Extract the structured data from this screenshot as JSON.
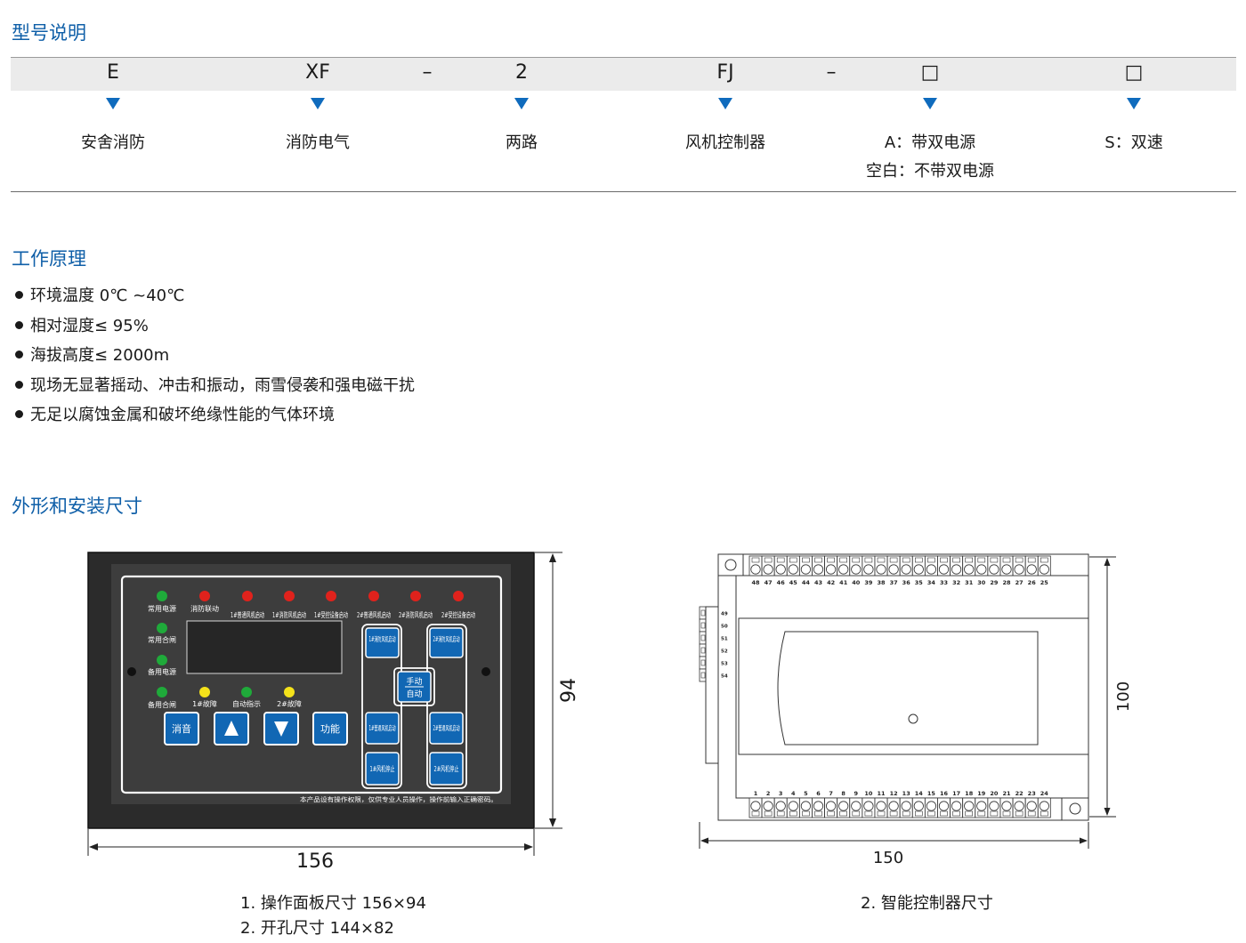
{
  "sections": {
    "model": "型号说明",
    "principle": "工作原理",
    "dimensions": "外形和安装尺寸"
  },
  "model": {
    "codes": [
      "E",
      "XF",
      "–",
      "2",
      "FJ",
      "–",
      "□",
      "□"
    ],
    "meanings": [
      "安舍消防",
      "消防电气",
      "两路",
      "风机控制器",
      "A：带双电源",
      "S：双速"
    ],
    "meaning_extra": "空白：不带双电源"
  },
  "principle_items": [
    "环境温度 0℃ ~40℃",
    "相对湿度≤ 95%",
    "海拔高度≤ 2000m",
    "现场无显著摇动、冲击和振动，雨雪侵袭和强电磁干扰",
    "无足以腐蚀金属和破坏绝缘性能的气体环境"
  ],
  "panel": {
    "indicator_labels": [
      "常用电源",
      "消防联动",
      "1#普通风机启动",
      "1#消防风机启动",
      "1#受控设备启动",
      "2#普通风机启动",
      "2#消防风机启动",
      "2#受控设备启动"
    ],
    "left_labels": [
      "常用合闸",
      "备用电源",
      "备用合闸"
    ],
    "status_labels": [
      "1#故障",
      "自动指示",
      "2#故障"
    ],
    "buttons": {
      "mute": "消音",
      "function": "功能",
      "fire1": "1#消防风机启动",
      "fire2": "2#消防风机启动",
      "manual_auto_top": "手动",
      "manual_auto_bottom": "自动",
      "normal1": "1#普通风机启动",
      "normal2": "2#普通风机启动",
      "stop1": "1#风机停止",
      "stop2": "2#风机停止"
    },
    "footer_note": "本产品设有操作权限，仅供专业人员操作，操作前输入正确密码。",
    "dim_width": "156",
    "dim_height": "94",
    "colors": {
      "green": "#1faa3a",
      "red": "#e0221c",
      "yellow": "#f4e21a",
      "button": "#1167b4",
      "panel": "#3b3b3b",
      "frame": "#2b2b2b"
    }
  },
  "controller": {
    "top_terminals": [
      "48",
      "47",
      "46",
      "45",
      "44",
      "43",
      "42",
      "41",
      "40",
      "39",
      "38",
      "37",
      "36",
      "35",
      "34",
      "33",
      "32",
      "31",
      "30",
      "29",
      "28",
      "27",
      "26",
      "25"
    ],
    "bottom_terminals": [
      "1",
      "2",
      "3",
      "4",
      "5",
      "6",
      "7",
      "8",
      "9",
      "10",
      "11",
      "12",
      "13",
      "14",
      "15",
      "16",
      "17",
      "18",
      "19",
      "20",
      "21",
      "22",
      "23",
      "24"
    ],
    "side_terminals": [
      "49",
      "50",
      "51",
      "52",
      "53",
      "54"
    ],
    "dim_width": "150",
    "dim_height": "100"
  },
  "captions": {
    "panel_1": "1. 操作面板尺寸 156×94",
    "panel_2": "2. 开孔尺寸 144×82",
    "controller": "2. 智能控制器尺寸"
  }
}
